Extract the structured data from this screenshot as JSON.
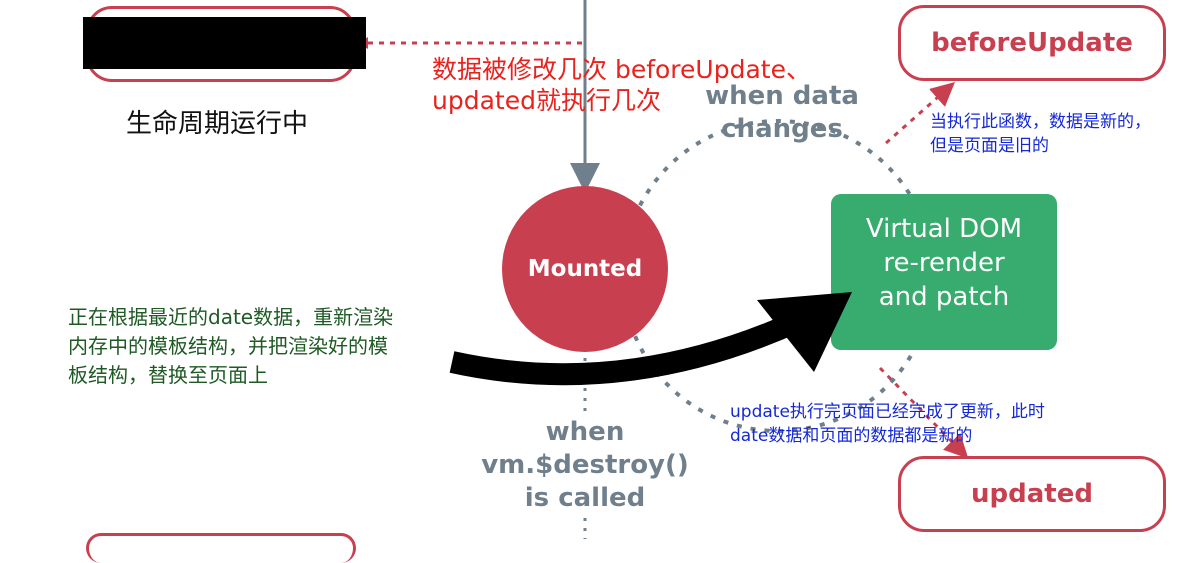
{
  "lifecycle_label": "生命周期运行中",
  "before_update": "beforeUpdate",
  "updated": "updated",
  "mounted": "Mounted",
  "virtual_dom": {
    "line1": "Virtual DOM",
    "line2": "re-render",
    "line3": "and patch"
  },
  "when_data_changes": {
    "line1": "when data",
    "line2": "changes"
  },
  "when_destroy": {
    "line1": "when",
    "line2": "vm.$destroy()",
    "line3": "is called"
  },
  "notes": {
    "red_line1": "数据被修改几次 beforeUpdate、",
    "red_line2": "updated就执行几次",
    "before_update_line1": "当执行此函数，数据是新的，",
    "before_update_line2": "但是页面是旧的",
    "updated_line1": "update执行完页面已经完成了更新，此时",
    "updated_line2": "date数据和页面的数据都是新的",
    "green_line1": "正在根据最近的date数据，重新渲染",
    "green_line2": "内存中的模板结构，并把渲染好的模",
    "green_line3": "板结构，替换至页面上"
  },
  "colors": {
    "hook_red": "#c8404f",
    "note_red": "#e8231e",
    "note_blue": "#1528d6",
    "note_green": "#1f5a25",
    "vdom_green": "#38ac6e",
    "cycle_grey": "#6f7f8c"
  }
}
